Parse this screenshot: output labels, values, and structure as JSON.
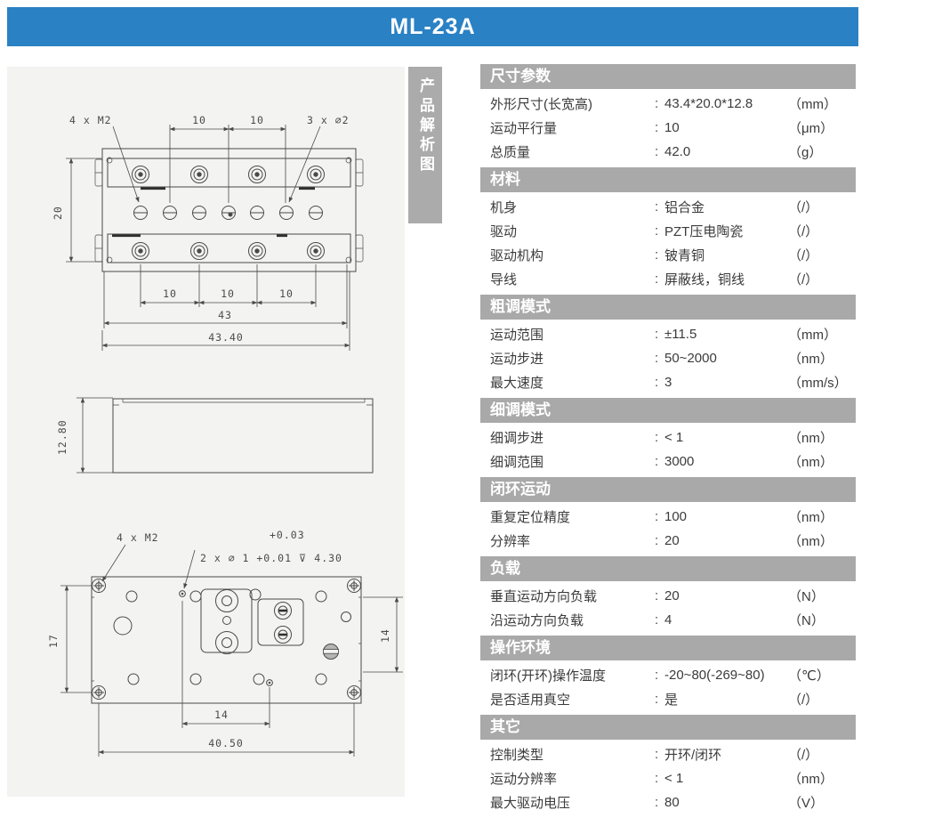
{
  "title_bar": {
    "label": "ML-23A",
    "accent_color": "#2a81c4"
  },
  "side_tab": {
    "label": "产品解析图"
  },
  "ui": {
    "colon": ":",
    "header_color": "#a9a9a9"
  },
  "drawing": {
    "top_view": {
      "label_4xm2": "4 x M2",
      "dim_10_a": "10",
      "dim_10_b": "10",
      "label_3xd2": "3 x ∅2",
      "dim_20": "20",
      "dim_10_c": "10",
      "dim_10_d": "10",
      "dim_10_e": "10",
      "dim_43": "43",
      "dim_43_40": "43.40"
    },
    "side_view": {
      "dim_12_80": "12.80"
    },
    "bottom_view": {
      "label_4xm2": "4 x M2",
      "tol_top": "+0.03",
      "label_pin": "2 x ∅ 1 +0.01 ⊽ 4.30",
      "dim_17": "17",
      "dim_14_right": "14",
      "dim_14_bottom": "14",
      "dim_40_50": "40.50"
    }
  },
  "spec_sections": [
    {
      "title": "尺寸参数",
      "rows": [
        {
          "label": "外形尺寸(长宽高)",
          "value": "43.4*20.0*12.8",
          "unit": "（mm）"
        },
        {
          "label": "运动平行量",
          "value": "10",
          "unit": "（μm）"
        },
        {
          "label": "总质量",
          "value": "42.0",
          "unit": "（g）"
        }
      ]
    },
    {
      "title": "材料",
      "rows": [
        {
          "label": "机身",
          "value": "铝合金",
          "unit": "（/）"
        },
        {
          "label": "驱动",
          "value": "PZT压电陶瓷",
          "unit": "（/）"
        },
        {
          "label": "驱动机构",
          "value": "铍青铜",
          "unit": "（/）"
        },
        {
          "label": "导线",
          "value": "屏蔽线，铜线",
          "unit": "（/）"
        }
      ]
    },
    {
      "title": "粗调模式",
      "rows": [
        {
          "label": "运动范围",
          "value": "±11.5",
          "unit": "（mm）"
        },
        {
          "label": "运动步进",
          "value": "50~2000",
          "unit": "（nm）"
        },
        {
          "label": "最大速度",
          "value": "3",
          "unit": "（mm/s）"
        }
      ]
    },
    {
      "title": "细调模式",
      "rows": [
        {
          "label": "细调步进",
          "value": "< 1",
          "unit": "（nm）"
        },
        {
          "label": "细调范围",
          "value": "3000",
          "unit": "（nm）"
        }
      ]
    },
    {
      "title": "闭环运动",
      "rows": [
        {
          "label": "重复定位精度",
          "value": "100",
          "unit": "（nm）"
        },
        {
          "label": "分辨率",
          "value": "20",
          "unit": "（nm）"
        }
      ]
    },
    {
      "title": "负载",
      "rows": [
        {
          "label": "垂直运动方向负载",
          "value": "20",
          "unit": "（N）"
        },
        {
          "label": "沿运动方向负载",
          "value": "4",
          "unit": "（N）"
        }
      ]
    },
    {
      "title": "操作环境",
      "rows": [
        {
          "label": "闭环(开环)操作温度",
          "value": "-20~80(-269~80)",
          "unit": "（℃）"
        },
        {
          "label": "是否适用真空",
          "value": "是",
          "unit": "（/）"
        }
      ]
    },
    {
      "title": "其它",
      "rows": [
        {
          "label": "控制类型",
          "value": "开环/闭环",
          "unit": "（/）"
        },
        {
          "label": "运动分辨率",
          "value": "< 1",
          "unit": "（nm）"
        },
        {
          "label": "最大驱动电压",
          "value": "80",
          "unit": "（V）"
        }
      ]
    }
  ]
}
